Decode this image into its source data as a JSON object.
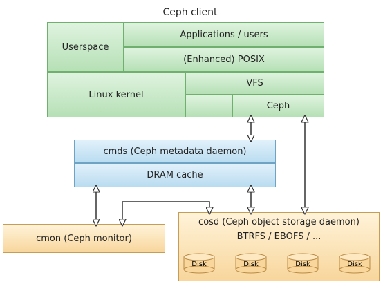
{
  "client": {
    "title": "Ceph client",
    "userspace": "Userspace",
    "applications": "Applications / users",
    "posix": "(Enhanced) POSIX",
    "kernel": "Linux kernel",
    "vfs": "VFS",
    "ceph": "Ceph"
  },
  "cmds": {
    "title": "cmds (Ceph metadata daemon)",
    "cache": "DRAM cache"
  },
  "cmon": {
    "title": "cmon (Ceph monitor)"
  },
  "cosd": {
    "title": "cosd (Ceph object storage daemon)",
    "fs": "BTRFS / EBOFS / ...",
    "disks": [
      "Disk",
      "Disk",
      "Disk",
      "Disk"
    ]
  },
  "colors": {
    "green_fill": "#b6e0b6",
    "blue_fill": "#b9dcf0",
    "orange_fill": "#f8d69c"
  }
}
